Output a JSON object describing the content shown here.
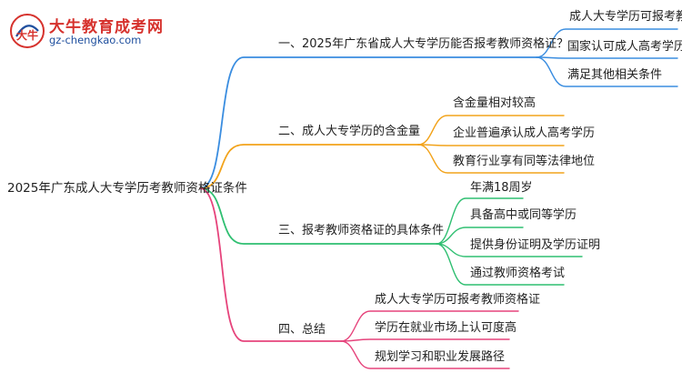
{
  "logo": {
    "mark_text": "大牛",
    "title": "大牛教育成考网",
    "url": "gz-chengkao.com"
  },
  "root": {
    "label": "2025年广东成人大专学历考教师资格证条件"
  },
  "colors": {
    "branch1": "#3a8de0",
    "branch2": "#f2a31b",
    "branch3": "#2fbf71",
    "branch4": "#e6447c"
  },
  "branches": [
    {
      "label": "一、2025年广东省成人大专学历能否报考教师资格证？",
      "children": [
        "成人大专学历可报考教资",
        "国家认可成人高考学历",
        "满足其他相关条件"
      ]
    },
    {
      "label": "二、成人大专学历的含金量",
      "children": [
        "含金量相对较高",
        "企业普遍承认成人高考学历",
        "教育行业享有同等法律地位"
      ]
    },
    {
      "label": "三、报考教师资格证的具体条件",
      "children": [
        "年满18周岁",
        "具备高中或同等学历",
        "提供身份证明及学历证明",
        "通过教师资格考试"
      ]
    },
    {
      "label": "四、总结",
      "children": [
        "成人大专学历可报考教师资格证",
        "学历在就业市场上认可度高",
        "规划学习和职业发展路径"
      ]
    }
  ]
}
